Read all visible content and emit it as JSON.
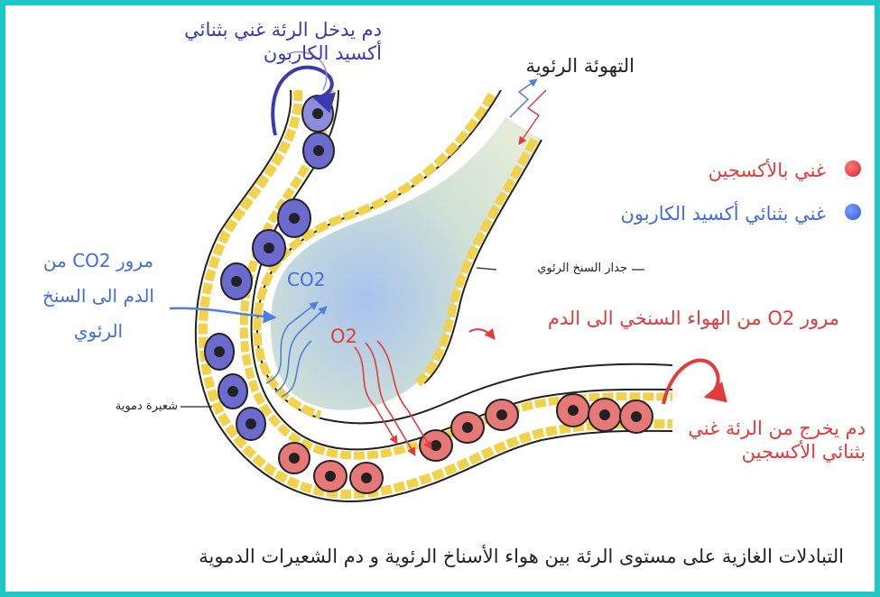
{
  "colors": {
    "border": "#1fc6c6",
    "oxygen_red": "#e23b3b",
    "co2_blue": "#3a3ab0",
    "light_blue": "#4f7fe0",
    "wall_yellow": "#f1d24a",
    "red_cell": "#e77878",
    "blue_cell": "#6b6bcf"
  },
  "labels": {
    "blood_in_line1": "دم يدخل الرئة غني بثنائي",
    "blood_in_line2": "أكسيد الكاربون",
    "ventilation": "التهوئة الرئوية",
    "legend_oxygen": "غني بالأكسجين",
    "legend_co2": "غني بثنائي أكسيد الكاربون",
    "co2_pass_line1": "مرور CO2 من",
    "co2_pass_line2": "الدم الى السنخ",
    "co2_pass_line3": "الرئوي",
    "alveolar_wall": "جدار السنخ الرئوي",
    "co2_tag": "CO2",
    "o2_tag": "O2",
    "o2_pass": "مرور O2 من الهواء السنخي الى الدم",
    "capillary": "شعيرة دموية",
    "blood_out_line1": "دم يخرج من الرئة غني",
    "blood_out_line2": "بثنائي الأكسجين",
    "caption": "التبادلات الغازية على مستوى الرئة بين هواء الأسناخ الرئوية و دم الشعيرات الدموية"
  },
  "icons": {
    "legend_oxygen": "red-dot-icon",
    "legend_co2": "blue-dot-icon"
  }
}
